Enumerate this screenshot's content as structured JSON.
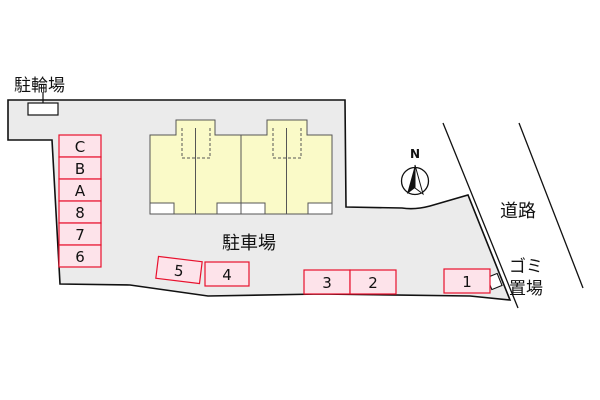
{
  "labels": {
    "bicycle_parking": "駐輪場",
    "parking_lot": "駐車場",
    "road": "道路",
    "garbage_line1": "ゴミ",
    "garbage_line2": "置場",
    "north": "N"
  },
  "parking_spaces": {
    "left_column": [
      "C",
      "B",
      "A",
      "8",
      "7",
      "6"
    ],
    "tilted_left": "5",
    "tilted_right": "4",
    "pair_left": "3",
    "pair_right": "2",
    "single": "1"
  },
  "colors": {
    "lot_fill": "#ebebeb",
    "lot_stroke": "#111111",
    "building_fill": "#fafac8",
    "slot_fill": "#fde3ea",
    "slot_stroke": "#e8112d",
    "text": "#111111"
  },
  "icons": {
    "compass": "north-arrow-icon"
  }
}
